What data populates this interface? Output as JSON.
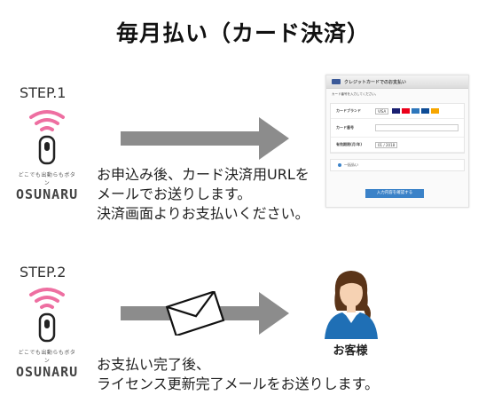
{
  "title": "毎月払い（カード決済）",
  "steps": [
    {
      "label": "STEP.1",
      "brand_small": "どこでも出動らもボタン",
      "brand": "OSUNARU",
      "desc": [
        "お申込み後、カード決済用URLを",
        "メールでお送りします。",
        "決済画面よりお支払いください。"
      ]
    },
    {
      "label": "STEP.2",
      "brand_small": "どこでも出動らもボタン",
      "brand": "OSUNARU",
      "desc": [
        "お支払い完了後、",
        "ライセンス更新完了メールをお送りします。"
      ]
    }
  ],
  "form": {
    "header": "クレジットカードでのお支払い",
    "subtitle": "カード番号を入力してください。",
    "rows": [
      {
        "label": "カードブランド",
        "value": "VISA"
      },
      {
        "label": "カード番号",
        "value": ""
      },
      {
        "label": "有効期限(月/年)",
        "value": "01 / 2018"
      }
    ],
    "option": "一括払い",
    "button": "入力内容を確認する"
  },
  "customer_label": "お客様",
  "colors": {
    "arrow": "#8c8c8c",
    "wifi": "#ee6fa1",
    "customer_suit": "#1f6fb5",
    "customer_hair": "#5a3418"
  },
  "icons": [
    "wifi-signal-icon",
    "button-device-icon",
    "arrow-right-icon",
    "envelope-icon",
    "customer-person-icon"
  ]
}
